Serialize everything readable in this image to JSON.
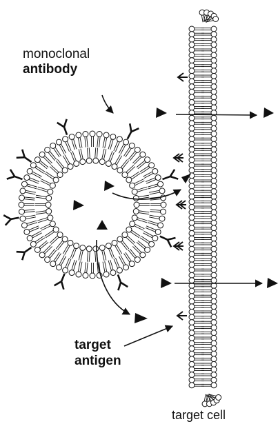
{
  "labels": {
    "antibody_line1": "monoclonal",
    "antibody_line2": "antibody",
    "antigen_line1": "target",
    "antigen_line2": "antigen",
    "cell": "target cell"
  },
  "colors": {
    "ink": "#111111",
    "head_fill": "#ffffff"
  },
  "icons": [
    "phospholipid-head-icon",
    "antibody-y-icon",
    "antigen-triangle-icon",
    "receptor-icon",
    "arrow-icon"
  ]
}
